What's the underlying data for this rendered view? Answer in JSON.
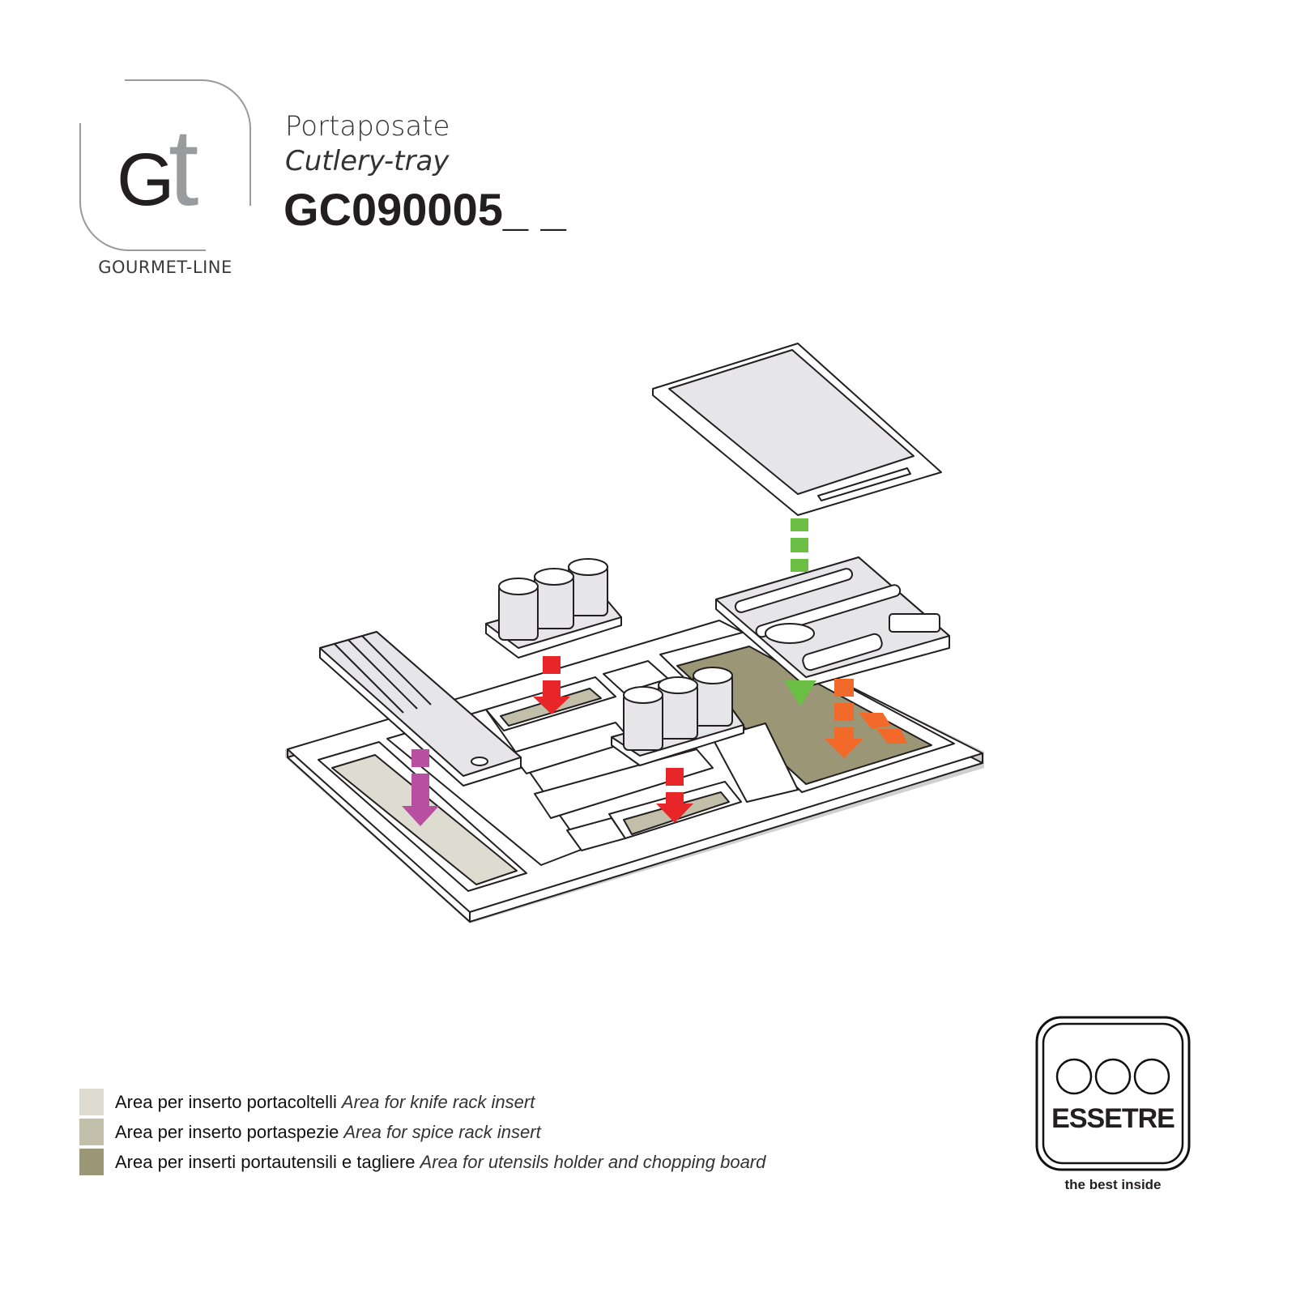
{
  "brand": {
    "logo_letters": "Gt",
    "line_name": "GOURMET-LINE"
  },
  "product": {
    "name_it": "Portaposate",
    "name_en": "Cutlery-tray",
    "code": "GC090005_ _"
  },
  "legend": [
    {
      "label_it": "Area per inserto portacoltelli",
      "label_en": "Area for knife rack insert",
      "color": "#dedcd0"
    },
    {
      "label_it": "Area per inserto portaspezie",
      "label_en": "Area for spice rack insert",
      "color": "#c1bfa9"
    },
    {
      "label_it": "Area per inserti portautensili e tagliere",
      "label_en": "Area for utensils holder and chopping board",
      "color": "#9a9676"
    }
  ],
  "arrow_colors": {
    "knife": "#b94fa0",
    "spice": "#e8262a",
    "board": "#6cbf45",
    "utensils": "#f26a2a"
  },
  "essetre": {
    "name": "ESSETRE",
    "tagline": "the best inside"
  }
}
